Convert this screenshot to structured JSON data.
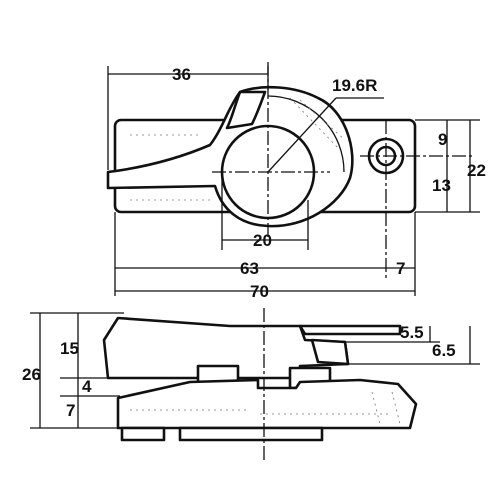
{
  "drawing": {
    "top_view": {
      "dimensions": {
        "width_to_center": "36",
        "radius": "19.6R",
        "height_top": "9",
        "height_total": "22",
        "height_bottom": "13",
        "circle_diameter": "20",
        "hole_spacing": "63",
        "hole_offset": "7",
        "overall_length": "70"
      }
    },
    "side_view": {
      "dimensions": {
        "upper_height": "15",
        "total_height": "26",
        "middle_height": "4",
        "lower_height": "7",
        "catch_height_1": "5.5",
        "catch_height_2": "6.5"
      }
    }
  }
}
